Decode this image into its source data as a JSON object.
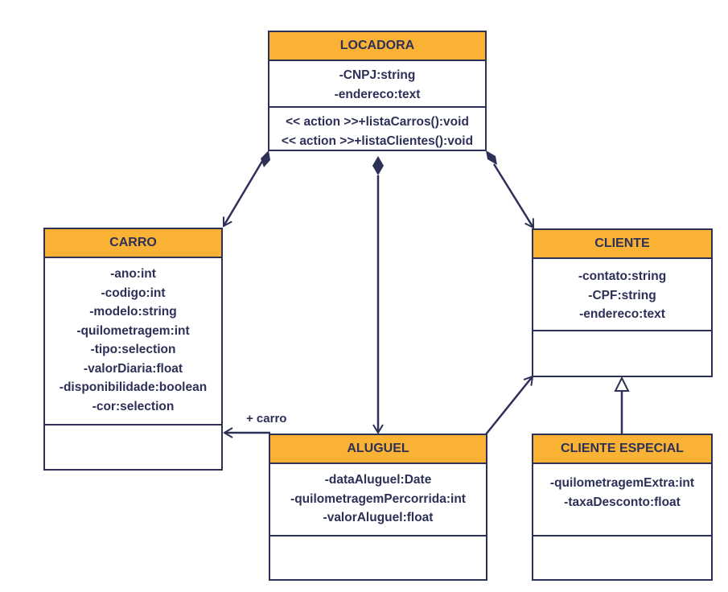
{
  "classes": {
    "locadora": {
      "name": "LOCADORA",
      "attributes": [
        "-CNPJ:string",
        "-endereco:text"
      ],
      "methods": [
        "<< action >>+listaCarros():void",
        "<< action >>+listaClientes():void"
      ]
    },
    "carro": {
      "name": "CARRO",
      "attributes": [
        "-ano:int",
        "-codigo:int",
        "-modelo:string",
        "-quilometragem:int",
        "-tipo:selection",
        "-valorDiaria:float",
        "-disponibilidade:boolean",
        "-cor:selection"
      ],
      "methods": []
    },
    "cliente": {
      "name": "CLIENTE",
      "attributes": [
        "-contato:string",
        "-CPF:string",
        "-endereco:text"
      ],
      "methods": []
    },
    "aluguel": {
      "name": "ALUGUEL",
      "attributes": [
        "-dataAluguel:Date",
        "-quilometragemPercorrida:int",
        "-valorAluguel:float"
      ],
      "methods": []
    },
    "cliente_especial": {
      "name": "CLIENTE ESPECIAL",
      "attributes": [
        "-quilometragemExtra:int",
        "-taxaDesconto:float"
      ],
      "methods": []
    }
  },
  "relations": {
    "aluguel_carro_label": "+ carro"
  },
  "colors": {
    "header": "#f9b233",
    "line": "#2d3057"
  }
}
